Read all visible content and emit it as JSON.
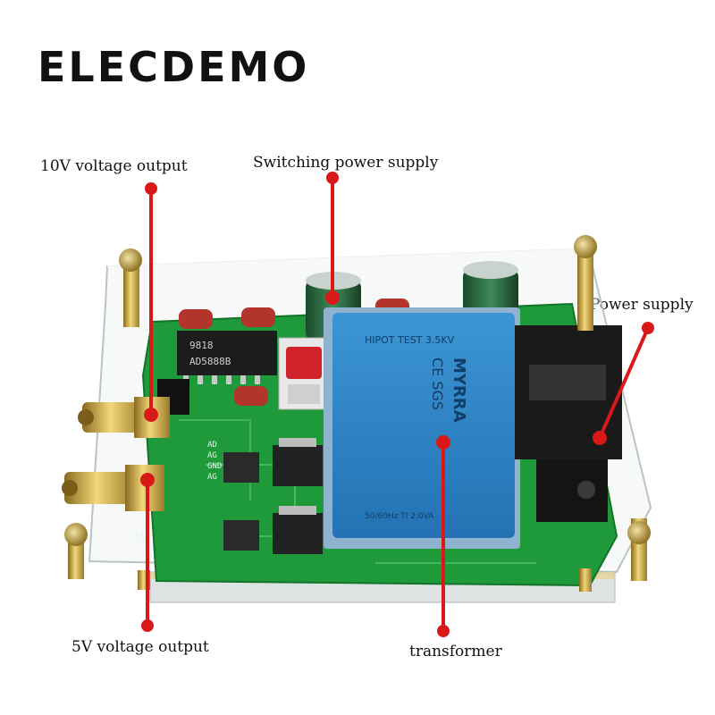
{
  "brand": "ELECDEMO",
  "labels": {
    "out10v": "10V voltage output",
    "switching": "Switching power supply",
    "power": "Power supply",
    "out5v": "5V voltage output",
    "transformer": "transformer"
  },
  "chip": {
    "line1": "9818",
    "line2": "AD5888B"
  },
  "transformer_text": {
    "hipot": "HIPOT TEST 3.5KV",
    "brand": "MYRRA",
    "marks": "CE SGS",
    "code": "50/60Hz TI 2.0VA"
  },
  "pcb_pins": [
    "AG",
    "GND",
    "AG",
    "AD"
  ],
  "sma_label": "5V",
  "colors": {
    "pcb": "#1f9a3a",
    "transformer": "#2e84c6",
    "leader": "#d91818",
    "connector": "#1a1a1a"
  }
}
